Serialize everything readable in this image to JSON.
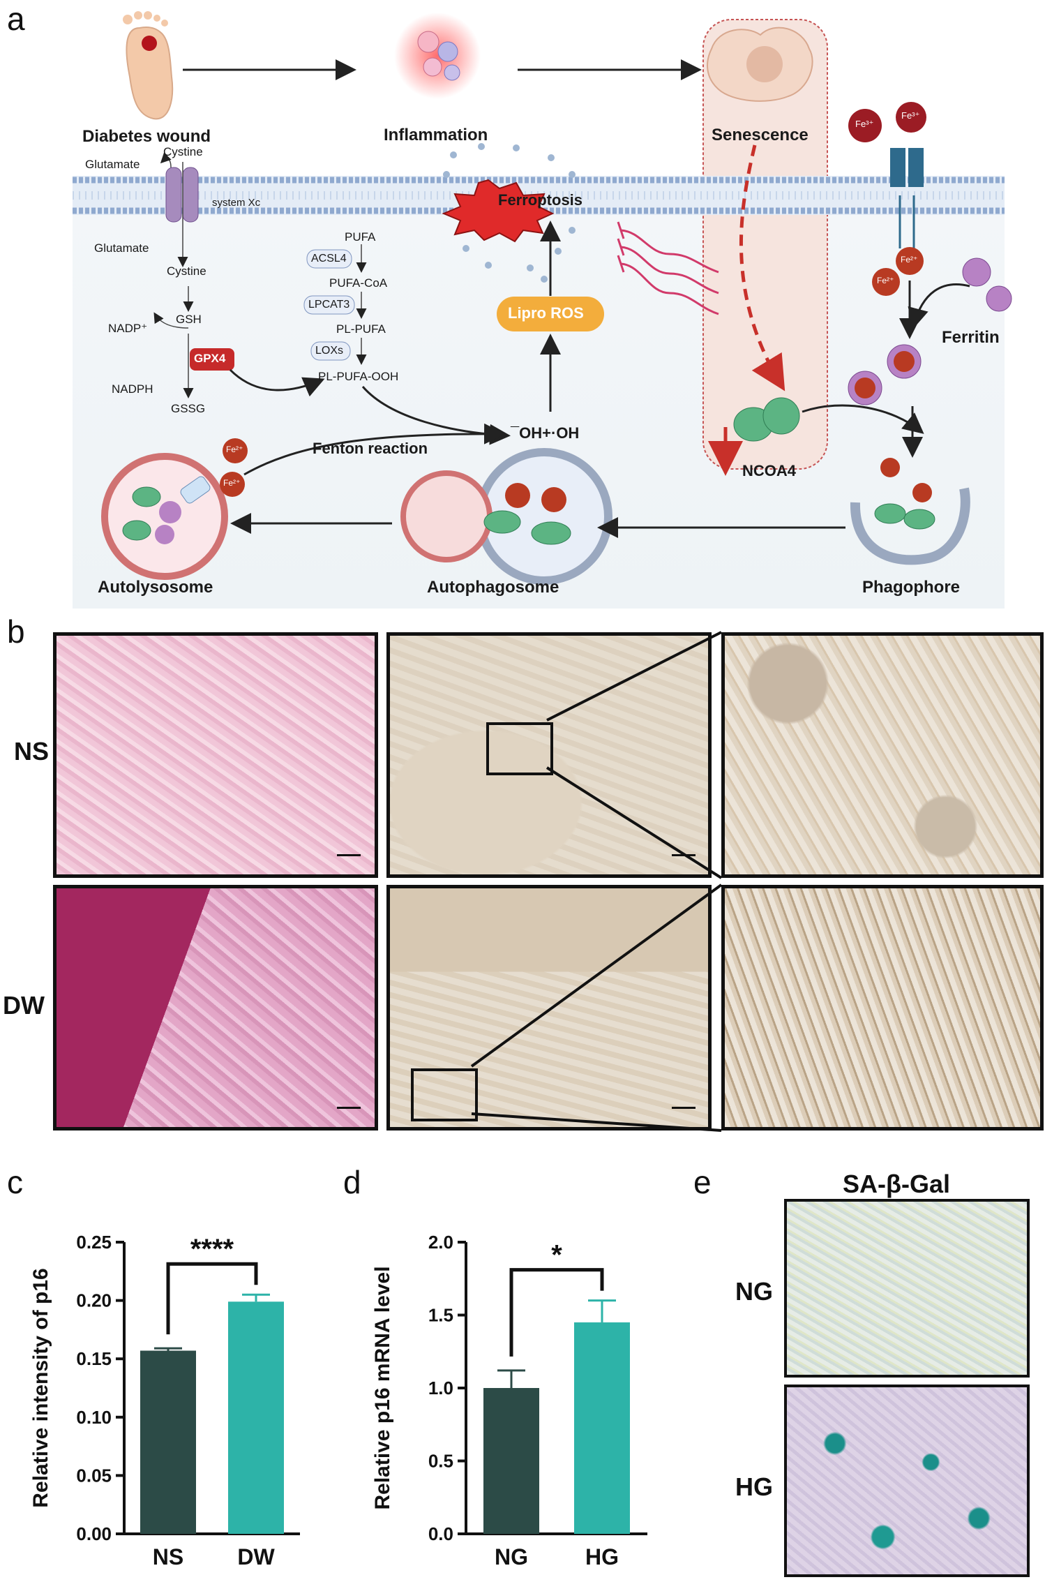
{
  "panels": {
    "a": "a",
    "b": "b",
    "c": "c",
    "d": "d",
    "e": "e"
  },
  "schematic": {
    "diabetes_wound": "Diabetes wound",
    "inflammation": "Inflammation",
    "senescence": "Senescence",
    "cystine_top": "Cystine",
    "glutamate_top": "Glutamate",
    "system_xc": "system Xc",
    "glutamate_bottom": "Glutamate",
    "cystine_mid": "Cystine",
    "gsh": "GSH",
    "nadp": "NADP⁺",
    "gpx4": "GPX4",
    "nadph": "NADPH",
    "gssg": "GSSG",
    "pufa": "PUFA",
    "acsl4": "ACSL4",
    "pufa_coa": "PUFA-CoA",
    "lpcat3": "LPCAT3",
    "pl_pufa": "PL-PUFA",
    "loxs": "LOXs",
    "pl_pufa_ooh": "PL-PUFA-OOH",
    "ferroptosis": "Ferroptosis",
    "lipro_ros": "Lipro ROS",
    "oh": "¯OH+·OH",
    "fenton": "Fenton reaction",
    "ncoa4": "NCOA4",
    "ferritin": "Ferritin",
    "fe3": "Fe³⁺",
    "fe2": "Fe²⁺",
    "autolysosome": "Autolysosome",
    "autophagosome": "Autophagosome",
    "phagophore": "Phagophore"
  },
  "histology": {
    "row_labels": [
      "NS",
      "DW"
    ]
  },
  "chart_c": {
    "ylabel": "Relative intensity of p16",
    "significance": "****"
  },
  "chart_d": {
    "ylabel": "Relative p16 mRNA level",
    "significance": "*"
  },
  "panel_e": {
    "title": "SA-β-Gal",
    "row_labels": [
      "NG",
      "HG"
    ]
  },
  "colors": {
    "dark_bar": "#2c4b47",
    "teal_bar": "#2db3a8",
    "membrane": "#a9c0de",
    "ferroptosis_red": "#d92b2b",
    "lipro_orange": "#f3ad3c",
    "he_pink": "#e8a6c7",
    "ihc_beige": "#ddd0bd"
  },
  "chart_data": [
    {
      "type": "bar",
      "categories": [
        "NS",
        "DW"
      ],
      "values": [
        0.157,
        0.199
      ],
      "errors": [
        0.002,
        0.006
      ],
      "ylabel": "Relative intensity of p16",
      "ylim": [
        0,
        0.25
      ],
      "yticks": [
        "0.00",
        "0.05",
        "0.10",
        "0.15",
        "0.20",
        "0.25"
      ],
      "yticks_values": [
        0,
        0.05,
        0.1,
        0.15,
        0.2,
        0.25
      ]
    },
    {
      "type": "bar",
      "categories": [
        "NG",
        "HG"
      ],
      "values": [
        1.0,
        1.45
      ],
      "errors": [
        0.12,
        0.15
      ],
      "ylabel": "Relative p16 mRNA level",
      "ylim": [
        0,
        2.0
      ],
      "yticks": [
        "0.0",
        "0.5",
        "1.0",
        "1.5",
        "2.0"
      ],
      "yticks_values": [
        0,
        0.5,
        1.0,
        1.5,
        2.0
      ]
    }
  ]
}
